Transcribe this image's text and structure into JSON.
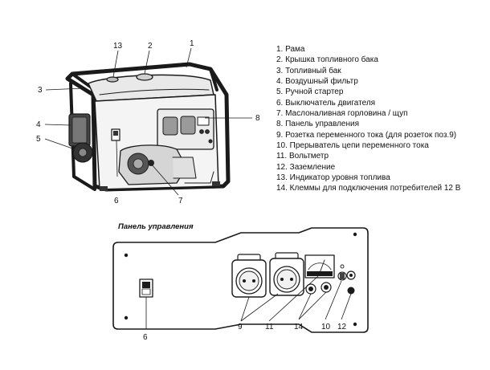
{
  "legend": [
    "1. Рама",
    "2. Крышка топливного бака",
    "3. Топливный бак",
    "4. Воздушный фильтр",
    "5. Ручной стартер",
    "6. Выключатель двигателя",
    "7. Маслоналивная горловина / щуп",
    "8. Панель управления",
    "9. Розетка переменного тока (для розеток поз.9)",
    "10. Прерыватель цепи переменного тока",
    "11. Вольтметр",
    "12. Заземление",
    "13. Индикатор уровня топлива",
    "14. Клеммы для подключения потребителей 12 В"
  ],
  "callouts_top": [
    "13",
    "2",
    "1",
    "3",
    "8",
    "4",
    "5",
    "6",
    "7"
  ],
  "panel": {
    "title": "Панель управления",
    "callouts": [
      "9",
      "11",
      "14",
      "10",
      "12",
      "6"
    ]
  }
}
